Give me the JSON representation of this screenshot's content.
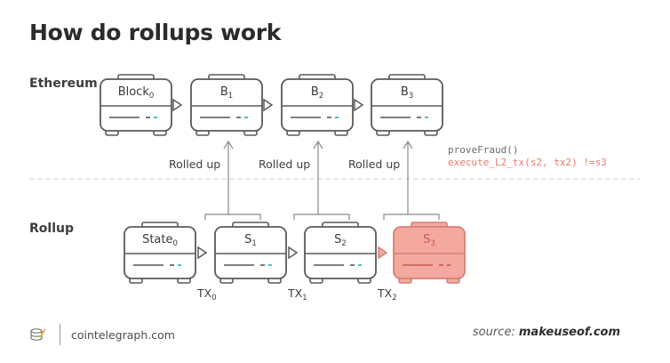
{
  "title": "How do rollups work",
  "rows": {
    "ethereum": "Ethereum",
    "rollup": "Rollup"
  },
  "ethereum_blocks": [
    {
      "name": "Block",
      "sub": "0"
    },
    {
      "name": "B",
      "sub": "1"
    },
    {
      "name": "B",
      "sub": "2"
    },
    {
      "name": "B",
      "sub": "3"
    }
  ],
  "rollup_states": [
    {
      "name": "State",
      "sub": "0"
    },
    {
      "name": "S",
      "sub": "1"
    },
    {
      "name": "S",
      "sub": "2"
    },
    {
      "name": "S",
      "sub": "3"
    }
  ],
  "transactions": [
    {
      "name": "TX",
      "sub": "0"
    },
    {
      "name": "TX",
      "sub": "1"
    },
    {
      "name": "TX",
      "sub": "2"
    }
  ],
  "rolled_up_label": "Rolled up",
  "code": {
    "line1": "proveFraud()",
    "line2": "execute_L2_tx(s2, tx2) !=s3"
  },
  "footer": {
    "site": "cointelegraph.com",
    "source_prefix": "source:",
    "source_name": "makeuseof.com"
  },
  "colors": {
    "stroke": "#5a5a5a",
    "accent_teal": "#3fb6b8",
    "fraud_fill": "#f4a9a0",
    "fraud_stroke": "#d67f73",
    "code_red": "#e87a6c"
  }
}
